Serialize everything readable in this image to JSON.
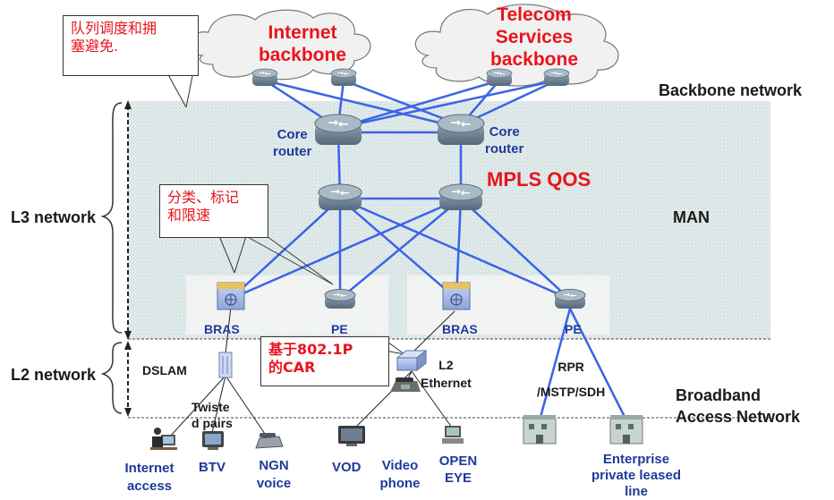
{
  "clouds": {
    "internet": "Internet\nbackbone",
    "telecom": "Telecom\nServices\nbackbone"
  },
  "layers": {
    "backbone_network": "Backbone network",
    "man": "MAN",
    "l3_network": "L3 network",
    "l2_network": "L2 network",
    "broadband_access": "Broadband\nAccess Network"
  },
  "routers": {
    "core_left": "Core\nrouter",
    "core_right": "Core\nrouter",
    "bras_left": "BRAS",
    "pe_left": "PE",
    "bras_right": "BRAS",
    "pe_right": "PE"
  },
  "mpls_qos": "MPLS QOS",
  "callouts": {
    "queue": "队列调度和拥\n塞避免.",
    "classify": "分类、标记\n和限速",
    "car": "基于802.1P\n的CAR"
  },
  "access": {
    "dslam": "DSLAM",
    "twisted_pairs": "Twiste\nd pairs",
    "l2_ethernet": "L2\nEthernet",
    "rpr": "RPR\n/MSTP/SDH"
  },
  "endpoints": {
    "internet_access": "Internet\naccess",
    "btv": "BTV",
    "ngn_voice": "NGN\nvoice",
    "vod": "VOD",
    "video_phone": "Video\nphone",
    "open_eye": "OPEN\nEYE",
    "enterprise": "Enterprise\nprivate leased\nline"
  },
  "colors": {
    "link": "#3a64e8",
    "router_body": "#6f8290",
    "region_fill": "#e2ecec",
    "cloud_fill": "#f1f1f1",
    "red": "#e8141d",
    "blue_text": "#1f3a9a"
  }
}
